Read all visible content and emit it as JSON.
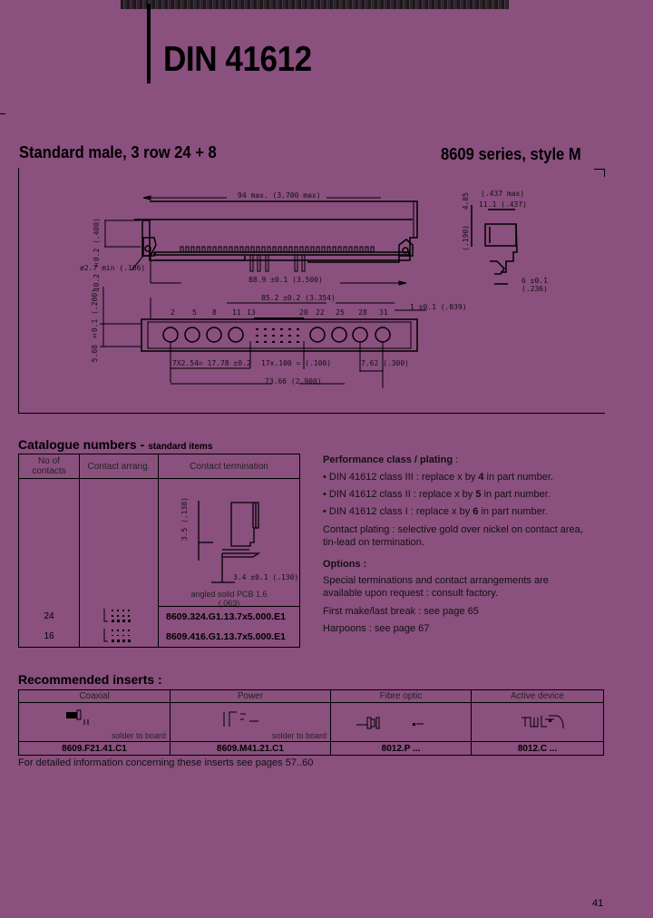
{
  "header": {
    "title": "DIN 41612",
    "subtitle_left": "Standard male, 3 row 24 + 8",
    "subtitle_right": "8609 series, style M"
  },
  "drawing": {
    "side_view": {
      "overall_length": "94 max. (3.700 max)",
      "pin_span": "88.9 ±0.1 (3.500)",
      "height": "10.2 ±0.2 (.400)",
      "hole": "ø2.7 min (.106)"
    },
    "front_view": {
      "housing_span": "85.2 ±0.2 (3.354)",
      "edge": "1 ±0.1 (.039)",
      "row_pitch": "5.08 ±0.1 (.200)",
      "pin_labels": [
        "2",
        "5",
        "8",
        "11",
        "13",
        "20",
        "22",
        "25",
        "28",
        "31"
      ],
      "pitch_large": "7X2.54= 17.78 ±0.2",
      "pitch_signal": "17x.100 = (.100)",
      "contact_spacing": "7.62 (.300)",
      "total_span": "73.66 (2.900)"
    },
    "end_view": {
      "depth": "(.437 max)",
      "width": "11.1 (.437)",
      "height_top": "4.85",
      "height_main": "(.190)",
      "foot": "6 ±0.1 (.236)"
    }
  },
  "catalogue": {
    "title": "Catalogue numbers -",
    "subtitle": "standard items",
    "columns": [
      "No of contacts",
      "Contact arrang.",
      "Contact termination"
    ],
    "termination": {
      "dim_v": "3.5 (.138)",
      "dim_h": "3.4 ±0.1 (.130)",
      "caption_1": "angled solid PCB 1.6",
      "caption_2": "(.063)"
    },
    "rows": [
      {
        "contacts": "24",
        "part": "8609.324.G1.13.7x5.000.E1"
      },
      {
        "contacts": "16",
        "part": "8609.416.G1.13.7x5.000.E1"
      }
    ]
  },
  "performance": {
    "heading": "Performance class / plating",
    "colon": " :",
    "items": [
      {
        "pre": "• DIN 41612 class III : replace x by ",
        "bold": "4",
        "post": " in part number."
      },
      {
        "pre": "• DIN 41612 class II : replace x by ",
        "bold": "5",
        "post": " in part number."
      },
      {
        "pre": "• DIN 41612 class I : replace x by ",
        "bold": "6",
        "post": " in part number."
      }
    ],
    "plating": "Contact plating : selective gold over nickel on contact area, tin-lead on termination."
  },
  "options": {
    "heading": "Options :",
    "special": "Special terminations and contact arrangements are available upon request : consult factory.",
    "first_make": "First make/last break : see page 65",
    "harpoons": "Harpoons : see page 67"
  },
  "inserts": {
    "title": "Recommended inserts :",
    "columns": [
      {
        "label": "Coaxial",
        "note": "solder to board",
        "part": "8609.F21.41.C1"
      },
      {
        "label": "Power",
        "note": "solder to board",
        "part": "8609.M41.21.C1"
      },
      {
        "label": "Fibre optic",
        "note": "",
        "part": "8012.P ..."
      },
      {
        "label": "Active device",
        "note": "",
        "part": "8012.C ..."
      }
    ],
    "footnote": "For detailed information concerning these inserts see pages 57..60"
  },
  "page_number": "41",
  "colors": {
    "background": "#8a507e",
    "ink": "#000000"
  }
}
